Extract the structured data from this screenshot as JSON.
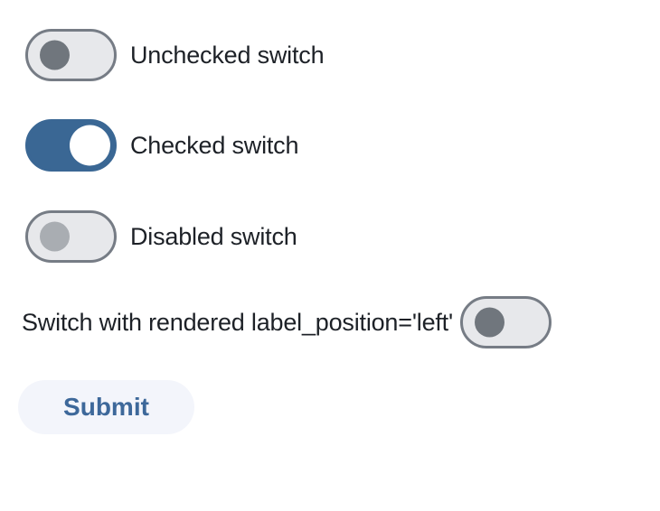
{
  "page": {
    "background": "#ffffff"
  },
  "colors": {
    "accent_blue": "#3a6794",
    "track_bg": "#e7e8eb",
    "track_border": "#767c85",
    "knob_gray": "#70767d",
    "knob_disabled": "#a9adb2",
    "knob_white": "#ffffff",
    "label_text": "#1d2127",
    "submit_bg": "#f3f5fb",
    "submit_text": "#3d689a"
  },
  "switches": [
    {
      "label": "Unchecked switch",
      "checked": false,
      "disabled": false,
      "label_position": "right"
    },
    {
      "label": "Checked switch",
      "checked": true,
      "disabled": false,
      "label_position": "right"
    },
    {
      "label": "Disabled switch",
      "checked": false,
      "disabled": true,
      "label_position": "right"
    },
    {
      "label": "Switch with rendered label_position='left'",
      "checked": false,
      "disabled": false,
      "label_position": "left"
    }
  ],
  "submit": {
    "label": "Submit"
  }
}
